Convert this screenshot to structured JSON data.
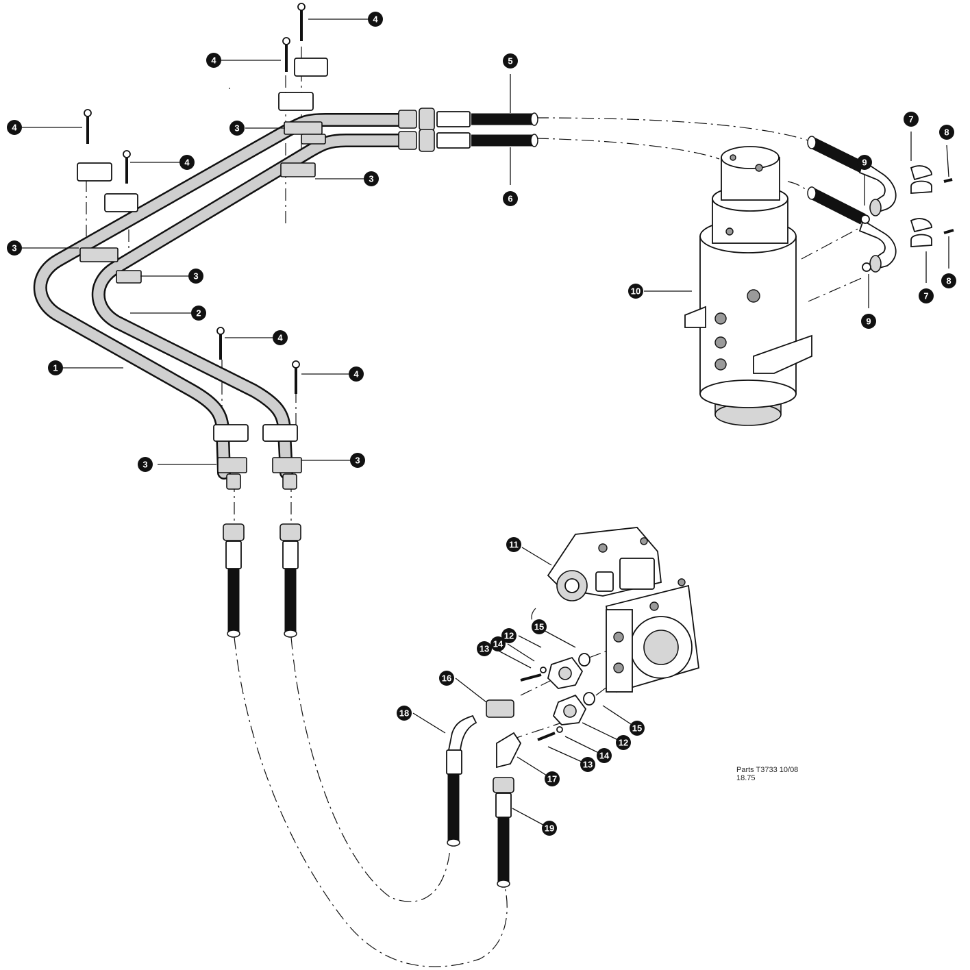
{
  "callouts": {
    "c1": "1",
    "c2": "2",
    "c3": "3",
    "c4": "4",
    "c5": "5",
    "c6": "6",
    "c7": "7",
    "c8": "8",
    "c9": "9",
    "c10": "10",
    "c11": "11",
    "c12": "12",
    "c13": "13",
    "c14": "14",
    "c15": "15",
    "c16": "16",
    "c17": "17",
    "c18": "18",
    "c19": "19"
  },
  "reference": {
    "line1": "Parts T3733 10/08",
    "line2": "18.75"
  }
}
